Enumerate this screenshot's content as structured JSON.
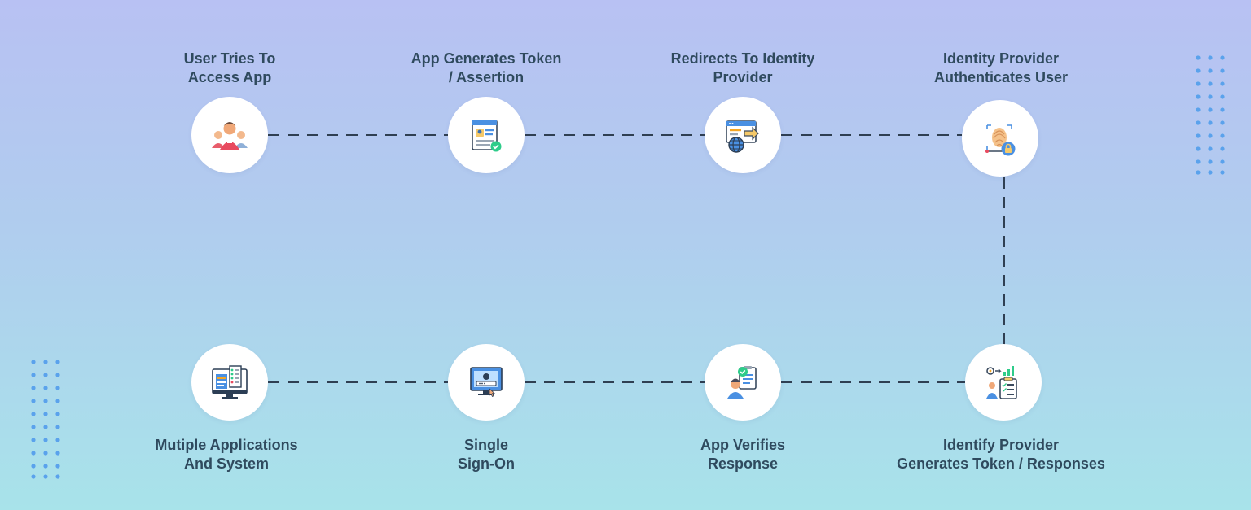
{
  "colors": {
    "label_text": "#2f4a5e",
    "connector": "#2f3f52",
    "dot_pattern": "#5aa2ec"
  },
  "steps": [
    {
      "line1": "User Tries To",
      "line2": "Access App",
      "icon": "users-group-icon"
    },
    {
      "line1": "App Generates Token",
      "line2": "/ Assertion",
      "icon": "token-document-icon"
    },
    {
      "line1": "Redirects To Identity",
      "line2": "Provider",
      "icon": "redirect-globe-icon"
    },
    {
      "line1": "Identity Provider",
      "line2": "Authenticates User",
      "icon": "fingerprint-lock-icon"
    },
    {
      "line1": "Identify Provider",
      "line2": "Generates Token / Responses",
      "icon": "report-clipboard-icon"
    },
    {
      "line1": "App Verifies",
      "line2": "Response",
      "icon": "verify-user-icon"
    },
    {
      "line1": "Single",
      "line2": "Sign-On",
      "icon": "sso-monitor-icon"
    },
    {
      "line1": "Mutiple Applications",
      "line2": "And System",
      "icon": "multi-apps-monitor-icon"
    }
  ]
}
